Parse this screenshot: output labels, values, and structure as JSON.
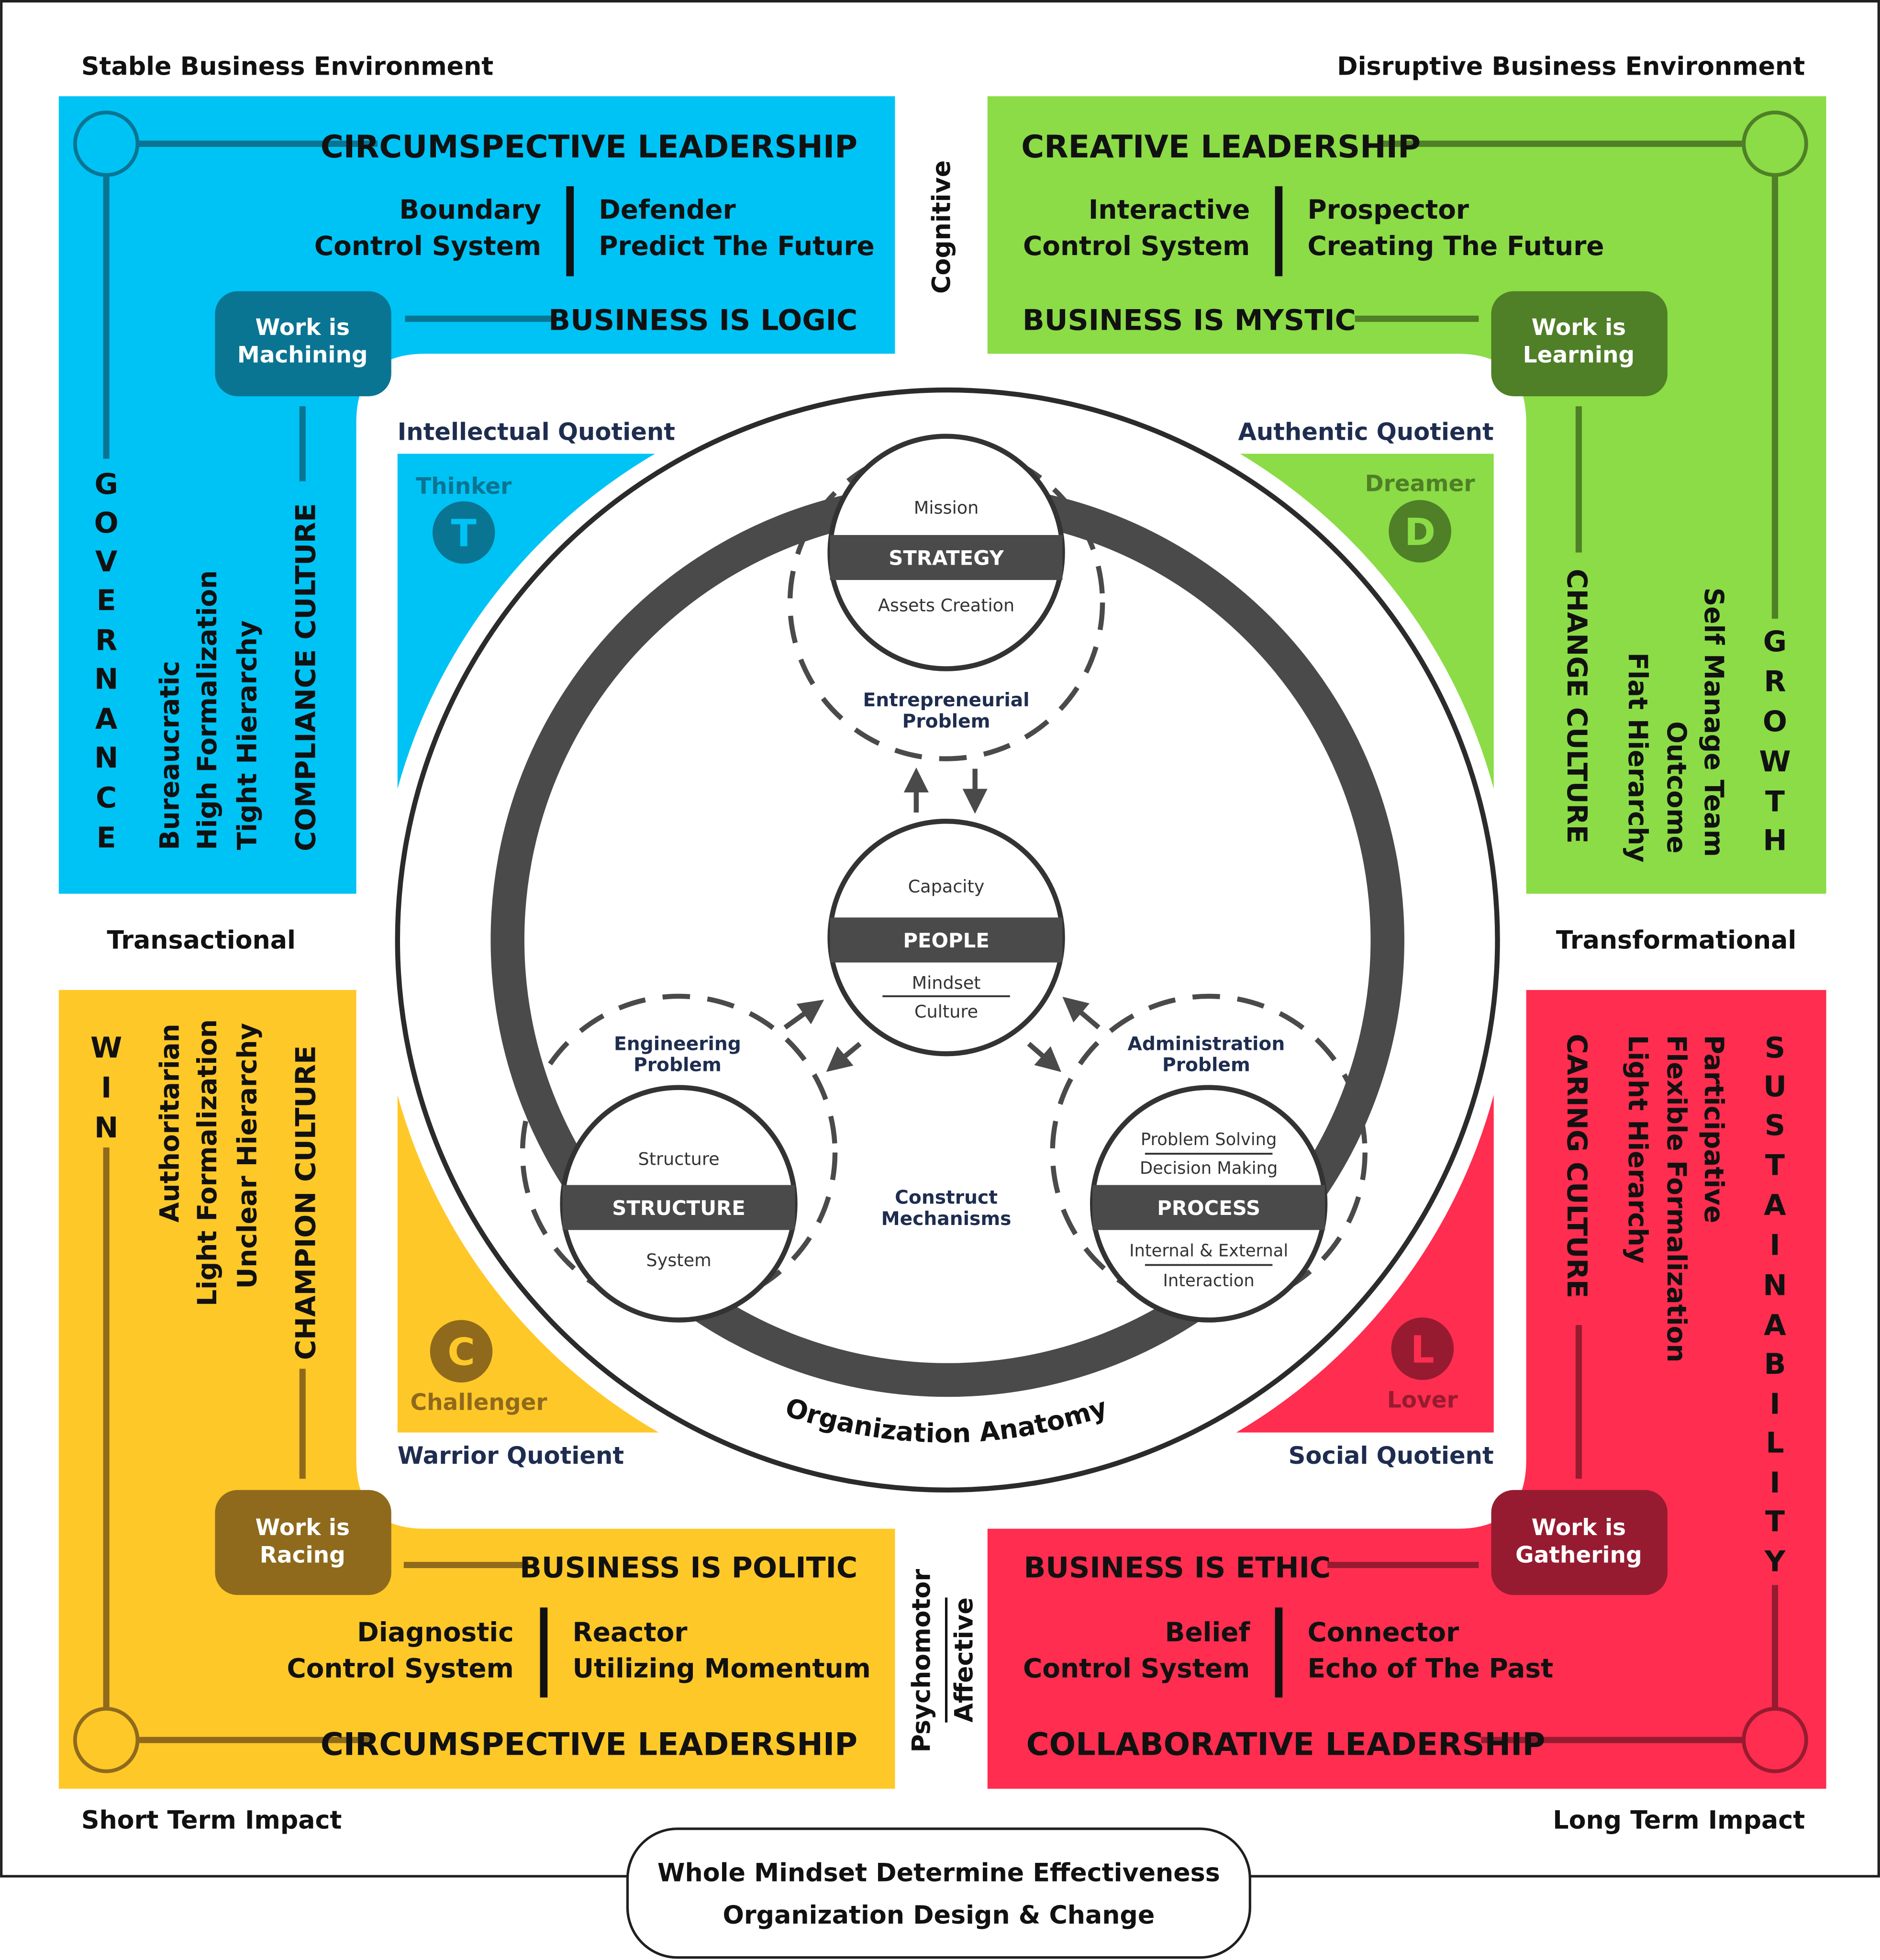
{
  "corners": {
    "top_left": "Stable Business Environment",
    "top_right": "Disruptive Business Environment",
    "bottom_left": "Short Term Impact",
    "bottom_right": "Long Term Impact"
  },
  "axes": {
    "left": "Transactional",
    "right": "Transformational",
    "top": "Cognitive",
    "bottom_1": "Psychomotor",
    "bottom_2": "Affective"
  },
  "quadrants": {
    "blue": {
      "color": "#00C3F5",
      "dark": "#0A7593",
      "leadership": "CIRCUMSPECTIVE LEADERSHIP",
      "control_1": "Boundary",
      "control_2": "Control System",
      "strategy_1": "Defender",
      "strategy_2": "Predict The Future",
      "business": "BUSINESS IS LOGIC",
      "work": [
        "Work is",
        "Machining"
      ],
      "vertical_word": [
        "G",
        "O",
        "V",
        "E",
        "R",
        "N",
        "A",
        "N",
        "C",
        "E"
      ],
      "culture": "COMPLIANCE CULTURE",
      "traits": [
        "Bureaucratic",
        "High Formalization",
        "Tight Hierarchy"
      ],
      "quotient": "Intellectual Quotient",
      "persona": "Thinker",
      "letter": "T"
    },
    "green": {
      "color": "#8BDC46",
      "dark": "#4F7F27",
      "leadership": "CREATIVE LEADERSHIP",
      "control_1": "Interactive",
      "control_2": "Control System",
      "strategy_1": "Prospector",
      "strategy_2": "Creating The Future",
      "business": "BUSINESS IS MYSTIC",
      "work": [
        "Work is",
        "Learning"
      ],
      "vertical_word": [
        "G",
        "R",
        "O",
        "W",
        "T",
        "H"
      ],
      "culture": "CHANGE CULTURE",
      "traits": [
        "Self Manage Team",
        "Outcome",
        "Flat Hierarchy"
      ],
      "quotient": "Authentic Quotient",
      "persona": "Dreamer",
      "letter": "D"
    },
    "yellow": {
      "color": "#FFC829",
      "dark": "#8F6A1C",
      "leadership": "CIRCUMSPECTIVE LEADERSHIP",
      "control_1": "Diagnostic",
      "control_2": "Control System",
      "strategy_1": "Reactor",
      "strategy_2": "Utilizing Momentum",
      "business": "BUSINESS IS POLITIC",
      "work": [
        "Work is",
        "Racing"
      ],
      "vertical_word": [
        "W",
        "I",
        "N"
      ],
      "culture": "CHAMPION CULTURE",
      "traits": [
        "Authoritarian",
        "Light Formalization",
        "Unclear Hierarchy"
      ],
      "quotient": "Warrior Quotient",
      "persona": "Challenger",
      "letter": "C"
    },
    "red": {
      "color": "#FF2D4F",
      "dark": "#961B30",
      "leadership": "COLLABORATIVE LEADERSHIP",
      "control_1": "Belief",
      "control_2": "Control System",
      "strategy_1": "Connector",
      "strategy_2": "Echo of The Past",
      "business": "BUSINESS IS ETHIC",
      "work": [
        "Work is",
        "Gathering"
      ],
      "vertical_word": [
        "S",
        "U",
        "S",
        "T",
        "A",
        "I",
        "N",
        "A",
        "B",
        "I",
        "L",
        "I",
        "T",
        "Y"
      ],
      "culture": "CARING CULTURE",
      "traits": [
        "Participative",
        "Flexible Formalization",
        "Light Hierarchy"
      ],
      "quotient": "Social Quotient",
      "persona": "Lover",
      "letter": "L"
    }
  },
  "anatomy": {
    "title": "Organization Anatomy",
    "strategy": {
      "label": "STRATEGY",
      "top": "Mission",
      "bottom": "Assets Creation",
      "problem": [
        "Entrepreneurial",
        "Problem"
      ]
    },
    "people": {
      "label": "PEOPLE",
      "top": "Capacity",
      "bottom_1": "Mindset",
      "bottom_2": "Culture"
    },
    "structure": {
      "label": "STRUCTURE",
      "top": "Structure",
      "bottom": "System",
      "problem": [
        "Engineering",
        "Problem"
      ]
    },
    "process": {
      "label": "PROCESS",
      "top_1": "Problem Solving",
      "top_2": "Decision Making",
      "bottom_1": "Internal & External",
      "bottom_2": "Interaction",
      "problem": [
        "Administration",
        "Problem"
      ]
    },
    "center": [
      "Construct",
      "Mechanisms"
    ]
  },
  "footer": {
    "line_1": "Whole Mindset Determine Effectiveness",
    "line_2": "Organization Design & Change"
  },
  "colors": {
    "navy": "#1E2D4F",
    "ring": "#4A4A4A",
    "text": "#111111"
  }
}
